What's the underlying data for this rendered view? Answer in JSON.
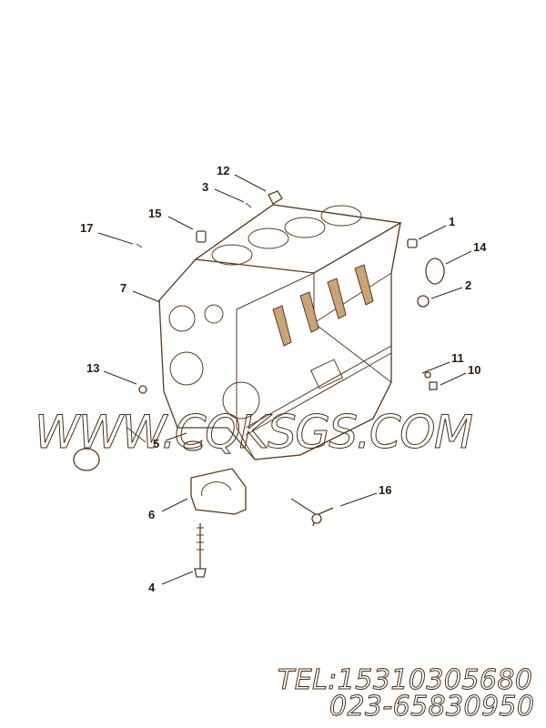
{
  "diagram": {
    "callouts": [
      "1",
      "2",
      "3",
      "4",
      "5",
      "6",
      "7",
      "10",
      "11",
      "12",
      "13",
      "14",
      "15",
      "16",
      "17"
    ],
    "colors": {
      "line": "#5a3a1c",
      "accent": "#c9a47a",
      "watermark": "#4a2e14"
    }
  },
  "watermark": {
    "site": "WWW.CQKSGS.COM",
    "tel": "TEL:15310305680",
    "phone": "023-65830950"
  }
}
